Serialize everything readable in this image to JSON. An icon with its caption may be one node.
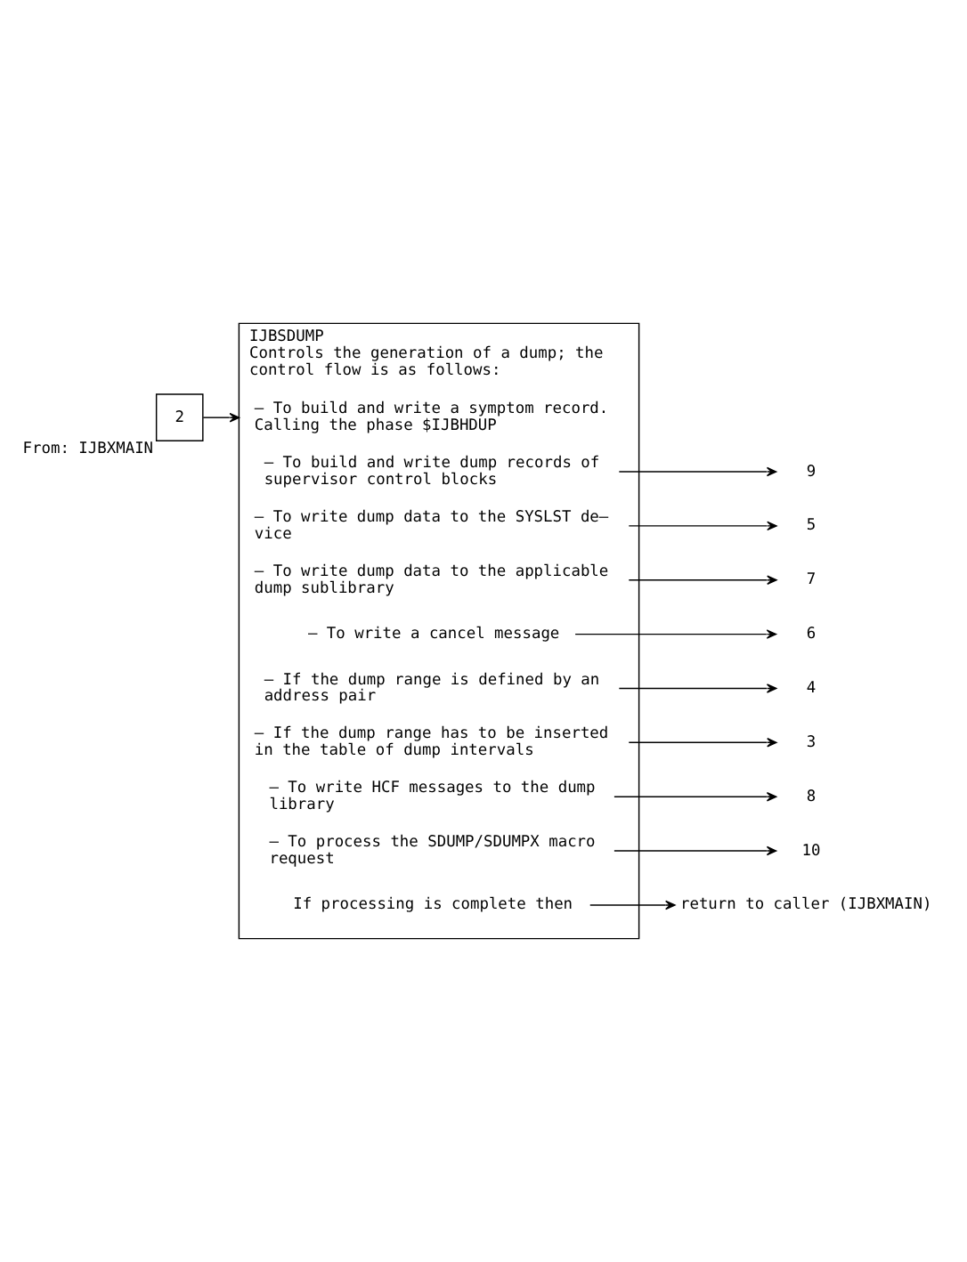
{
  "diagram": {
    "nodes": [
      {
        "text": [
          "2"
        ],
        "beside": [
          "From: IJBXMAIN"
        ]
      },
      {
        "text": [
          "IJBSDUMP",
          "Controls the generation of a dump; the control flow is as follows:"
        ]
      },
      {
        "text": [
          "– To build and write a symptom record. Calling the phase $IJBHDUP"
        ],
        "in": 1
      },
      {
        "text": [
          "– To build and write dump records of supervisor control blocks"
        ],
        "in": 1
      },
      {
        "text": [
          "9"
        ]
      },
      {
        "text": [
          "– To write dump data to the SYSLST de– vice"
        ],
        "in": 1
      },
      {
        "text": [
          "5"
        ]
      },
      {
        "text": [
          "– To write dump data to the applicable dump sublibrary"
        ],
        "in": 1
      },
      {
        "text": [
          "7"
        ]
      },
      {
        "text": [
          "– To write a cancel message"
        ],
        "in": 1
      },
      {
        "text": [
          "6"
        ]
      },
      {
        "text": [
          "– If the dump range is defined by an address pair"
        ],
        "in": 1
      },
      {
        "text": [
          "4"
        ]
      },
      {
        "text": [
          "– If the dump range has to be inserted in the table of dump intervals"
        ],
        "in": 1
      },
      {
        "text": [
          "3"
        ]
      },
      {
        "text": [
          "– To write HCF messages to the dump library"
        ],
        "in": 1
      },
      {
        "text": [
          "8"
        ]
      },
      {
        "text": [
          "– To process the SDUMP/SDUMPX macro request"
        ],
        "in": 1
      },
      {
        "text": [
          "10"
        ]
      },
      {
        "text": [
          "If processing is complete then"
        ],
        "in": 1
      },
      {
        "text": [
          "return to caller (IJBXMAIN)"
        ]
      }
    ],
    "edges": [
      {
        "from": 0,
        "to": 1,
        "arrow": "to"
      },
      {
        "from": 3,
        "to": 4,
        "arrow": "to"
      },
      {
        "from": 5,
        "to": 6,
        "arrow": "to"
      },
      {
        "from": 7,
        "to": 8,
        "arrow": "to"
      },
      {
        "from": 9,
        "to": 10,
        "arrow": "to"
      },
      {
        "from": 11,
        "to": 12,
        "arrow": "to"
      },
      {
        "from": 13,
        "to": 14,
        "arrow": "to"
      },
      {
        "from": 15,
        "to": 16,
        "arrow": "to"
      },
      {
        "from": 17,
        "to": 18,
        "arrow": "to"
      },
      {
        "from": 19,
        "to": 20,
        "arrow": "to"
      }
    ]
  }
}
